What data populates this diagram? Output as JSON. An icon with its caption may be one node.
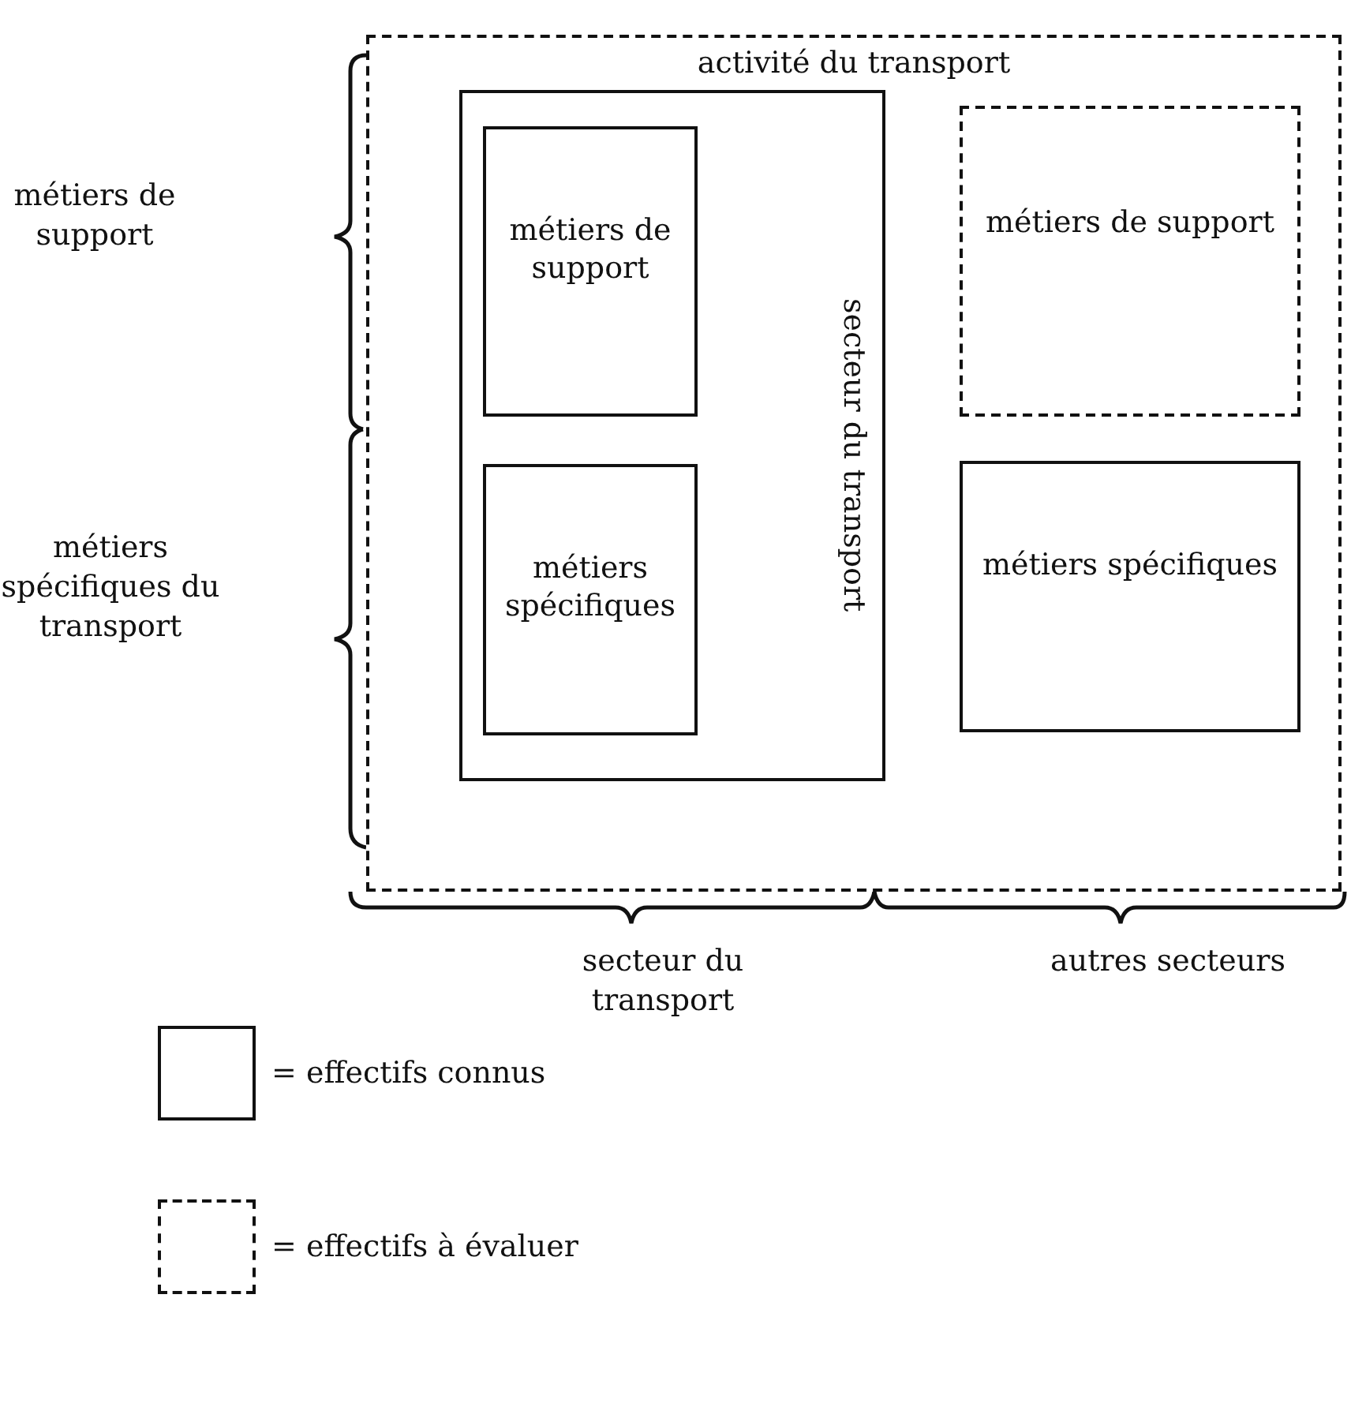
{
  "diagram": {
    "nodes": [
      {
        "text": [
          "activité du transport"
        ]
      },
      {
        "text": [
          "secteur du transport"
        ],
        "in": 0
      },
      {
        "text": [
          "métiers de support"
        ],
        "in": 1
      },
      {
        "text": [
          "métiers spécifiques"
        ],
        "in": 1
      },
      {
        "text": [
          "métiers de support"
        ],
        "in": 0
      },
      {
        "text": [
          "métiers spécifiques"
        ],
        "in": 0
      }
    ],
    "edges": [],
    "labels": [
      "métiers de support",
      "métiers spécifiques du transport",
      "secteur du transport",
      "autres secteurs"
    ],
    "legend": [
      {
        "text": "= effectifs connus"
      },
      {
        "text": "= effectifs à évaluer"
      }
    ]
  }
}
